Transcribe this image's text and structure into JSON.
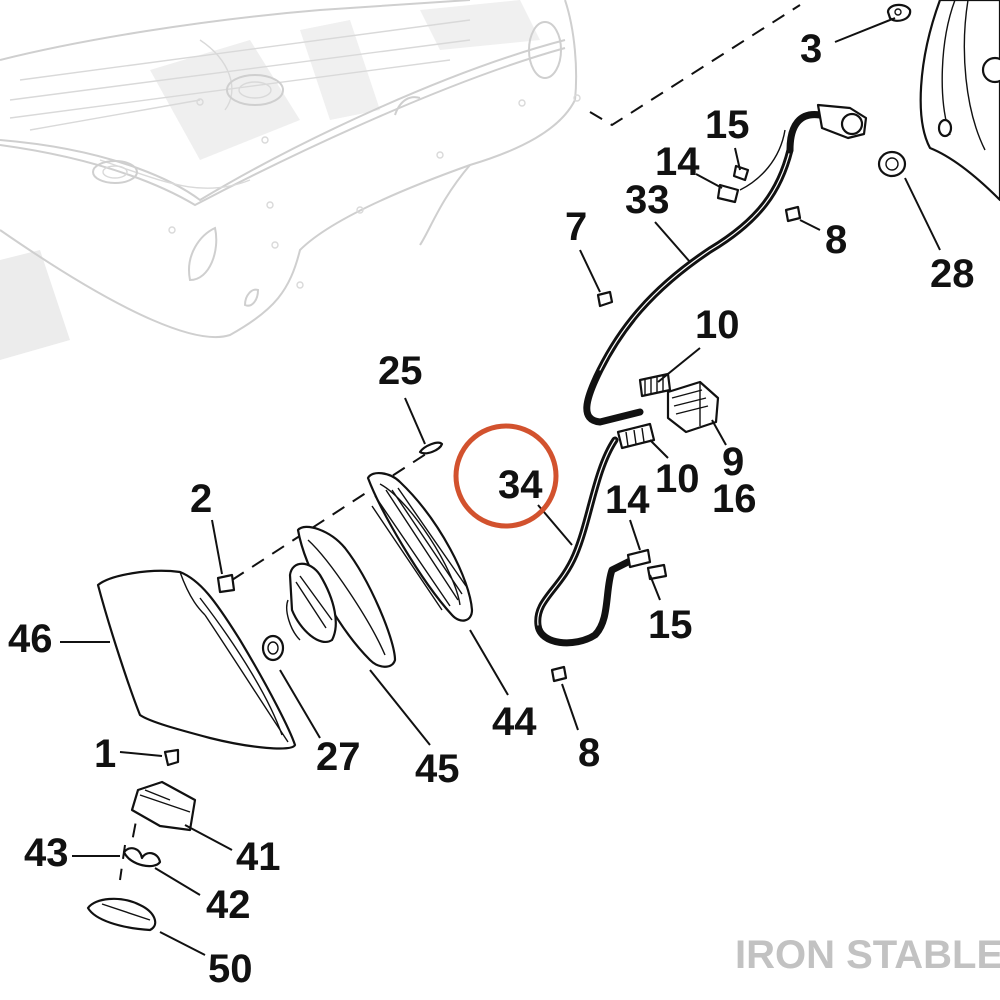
{
  "diagram": {
    "colors": {
      "highlight_ring": "#d2522e",
      "callout_text": "#111111",
      "watermark": "#c2c2c2",
      "ghost_fairing": "#cfcfcf"
    },
    "highlighted_callout": "34",
    "watermark_text": "IRON STABLE",
    "callouts": [
      {
        "id": "c3",
        "label": "3"
      },
      {
        "id": "c15a",
        "label": "15"
      },
      {
        "id": "c14a",
        "label": "14"
      },
      {
        "id": "c33",
        "label": "33"
      },
      {
        "id": "c7",
        "label": "7"
      },
      {
        "id": "c8a",
        "label": "8"
      },
      {
        "id": "c28",
        "label": "28"
      },
      {
        "id": "c10a",
        "label": "10"
      },
      {
        "id": "c25",
        "label": "25"
      },
      {
        "id": "c9",
        "label": "9"
      },
      {
        "id": "c10b",
        "label": "10"
      },
      {
        "id": "c16",
        "label": "16"
      },
      {
        "id": "c34",
        "label": "34"
      },
      {
        "id": "c2",
        "label": "2"
      },
      {
        "id": "c14b",
        "label": "14"
      },
      {
        "id": "c46",
        "label": "46"
      },
      {
        "id": "c15b",
        "label": "15"
      },
      {
        "id": "c44",
        "label": "44"
      },
      {
        "id": "c27",
        "label": "27"
      },
      {
        "id": "c1",
        "label": "1"
      },
      {
        "id": "c45",
        "label": "45"
      },
      {
        "id": "c8b",
        "label": "8"
      },
      {
        "id": "c41",
        "label": "41"
      },
      {
        "id": "c43",
        "label": "43"
      },
      {
        "id": "c42",
        "label": "42"
      },
      {
        "id": "c50",
        "label": "50"
      }
    ]
  }
}
